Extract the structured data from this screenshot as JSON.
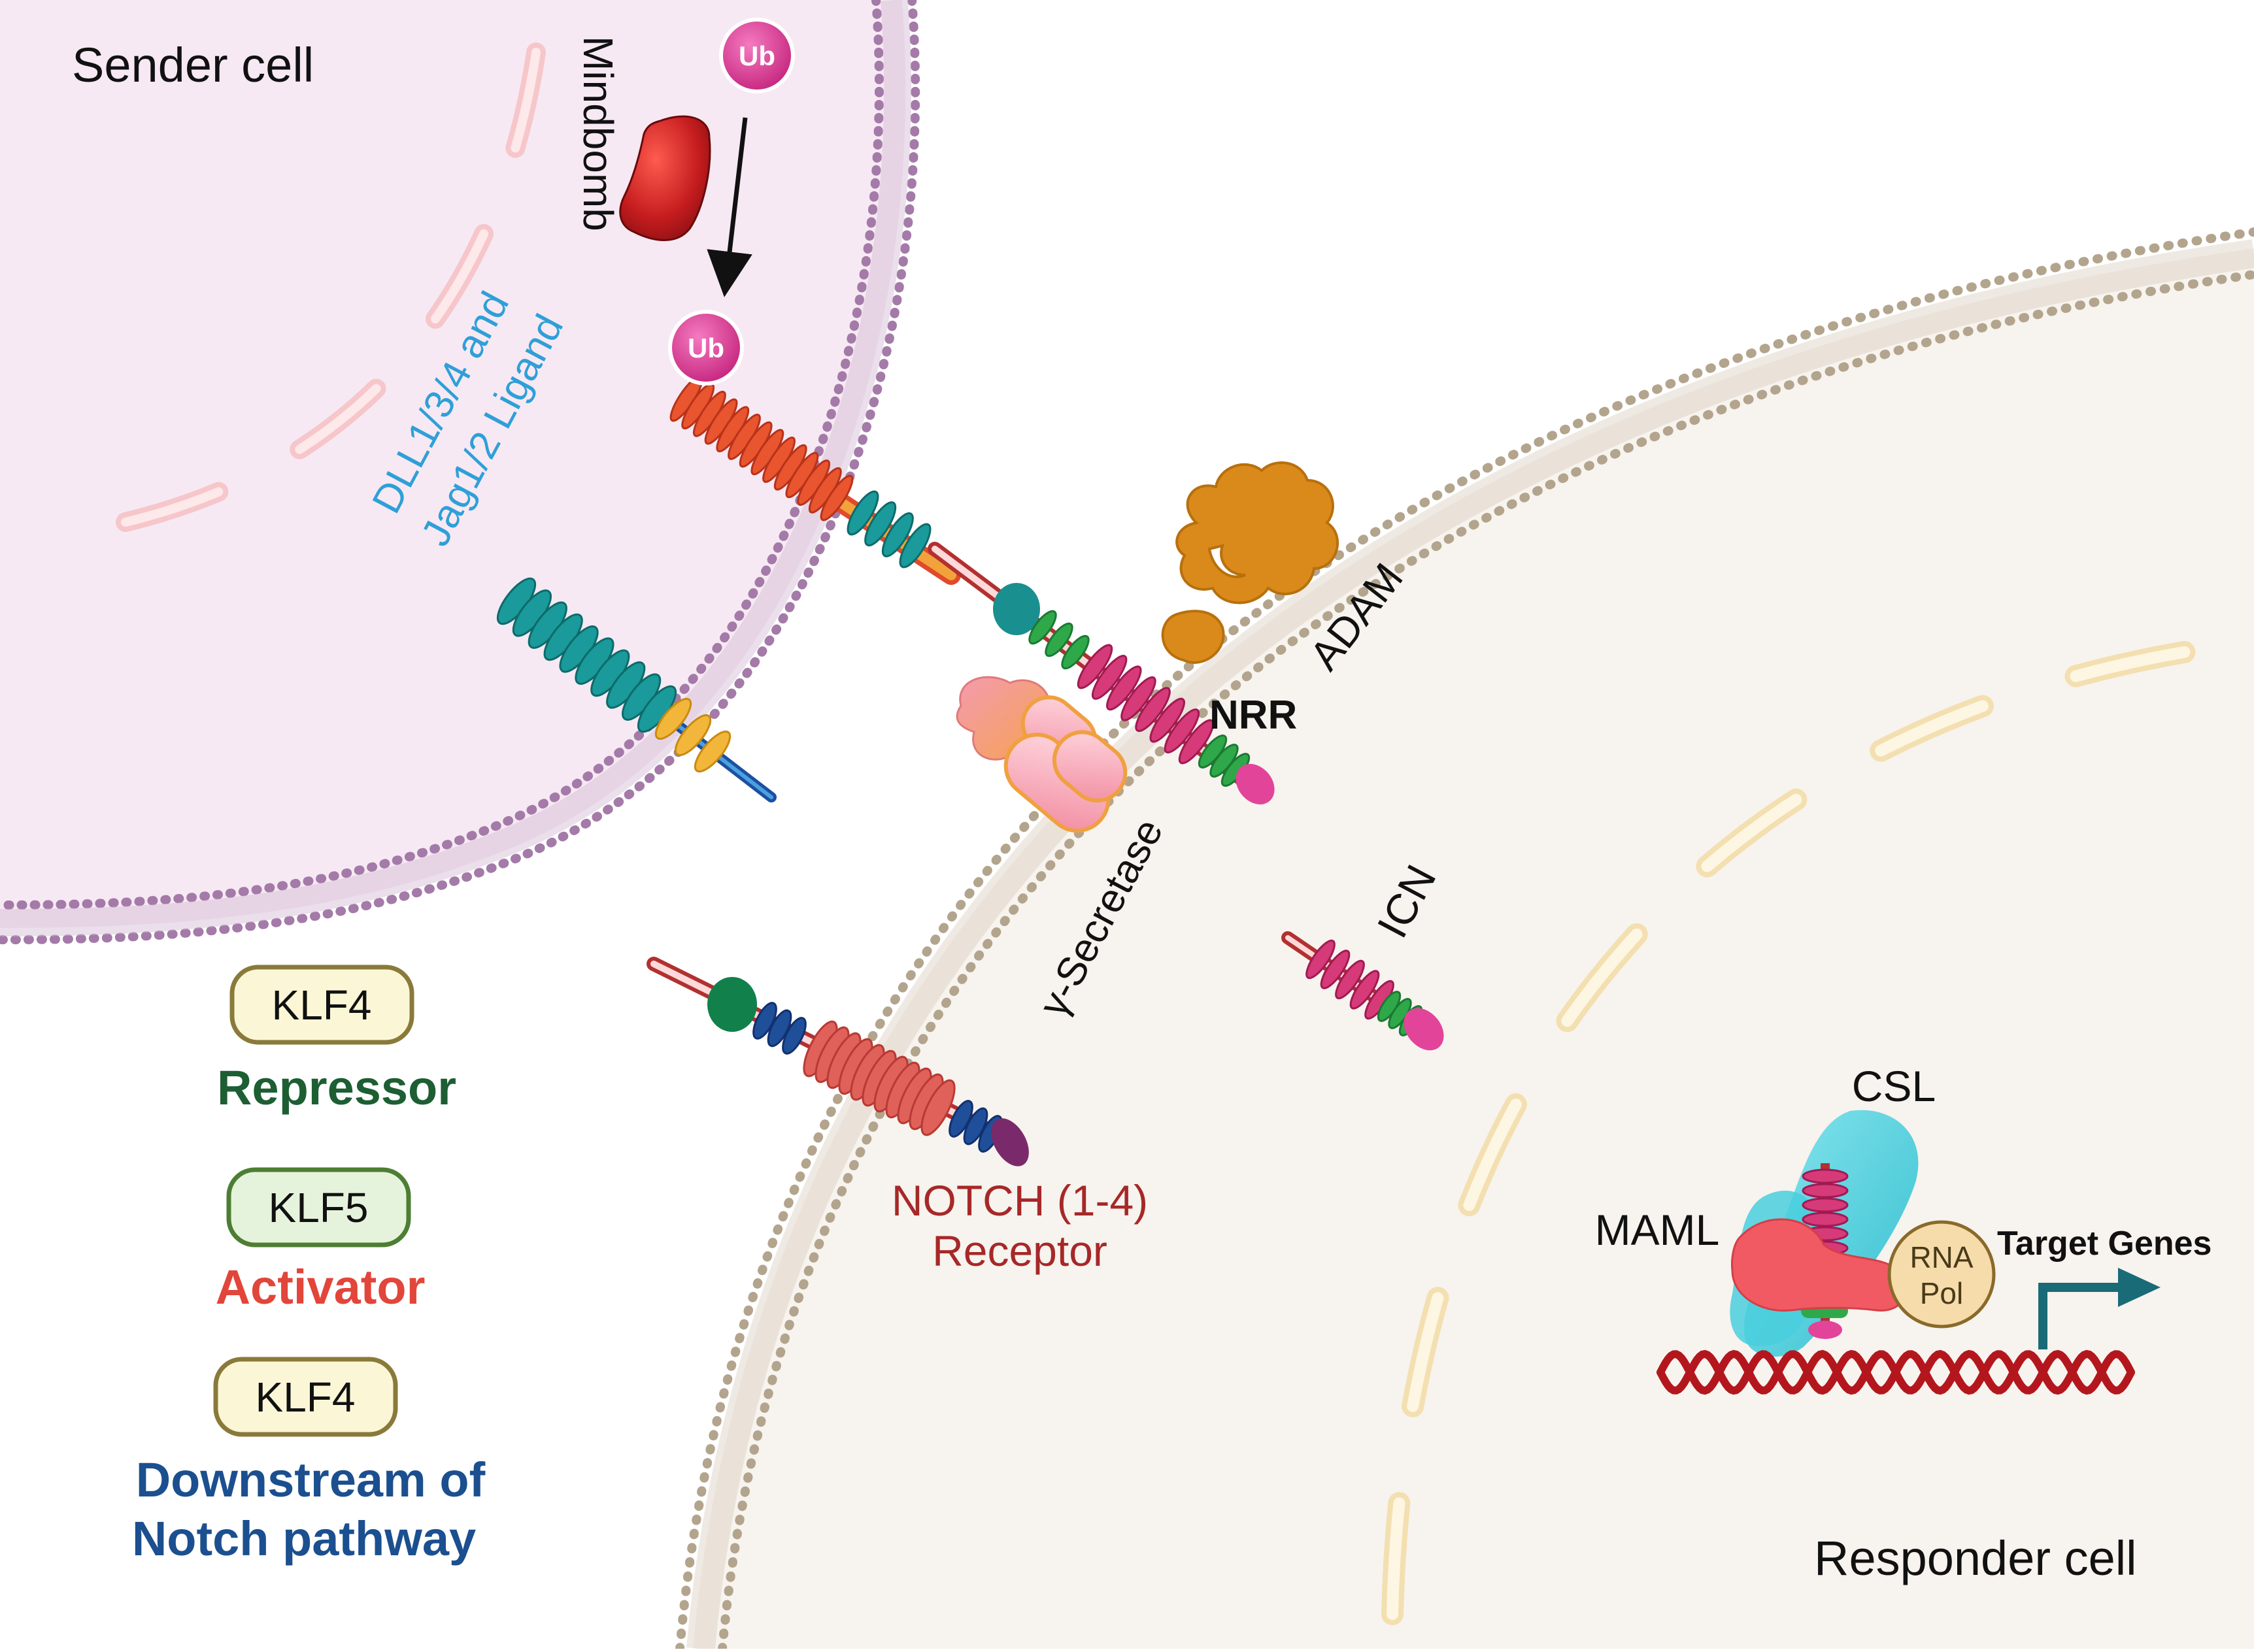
{
  "labels": {
    "sender_cell": "Sender cell",
    "mindbomb": "Mindbomb",
    "ub_top": "Ub",
    "ub_bottom": "Ub",
    "ligand_line1": "DLL1/3/4 and",
    "ligand_line2": "Jag1/2 Ligand",
    "adam": "ADAM",
    "nrr": "NRR",
    "gamma_secretase": "γ-Secretase",
    "icn": "ICN",
    "notch_line1": "NOTCH (1-4)",
    "notch_line2": "Receptor",
    "csl": "CSL",
    "maml": "MAML",
    "rna_pol_line1": "RNA",
    "rna_pol_line2": "Pol",
    "target_genes": "Target Genes",
    "responder_cell": "Responder cell"
  },
  "legend": [
    {
      "badge": "KLF4",
      "role": "Repressor",
      "badge_fill": "#fbf7d6",
      "badge_stroke": "#8a7a3a",
      "role_color": "#1d5e33"
    },
    {
      "badge": "KLF5",
      "role": "Activator",
      "badge_fill": "#e6f3dc",
      "badge_stroke": "#4d7e33",
      "role_color": "#e2453a"
    },
    {
      "badge": "KLF4",
      "role_line1": "Downstream of",
      "role_line2": "Notch pathway",
      "badge_fill": "#fbf7d6",
      "badge_stroke": "#8a7a3a",
      "role_color": "#1b4f8f"
    }
  ],
  "colors": {
    "sender_fill": "#f6e9f3",
    "sender_membrane": "#a47aa8",
    "responder_fill": "#f7f3ee",
    "responder_membrane": "#b3a48d",
    "ub": "#d9358f",
    "mindbomb": "#b3181d",
    "adam": "#d98a1b",
    "ligand_text": "#2f9fd8",
    "notch_text": "#a62828"
  }
}
